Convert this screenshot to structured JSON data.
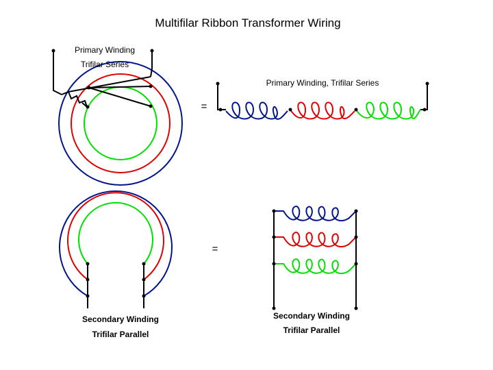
{
  "title": "Multifilar Ribbon Transformer Wiring",
  "equals_sign": "=",
  "primary": {
    "label_line1": "Primary Winding",
    "label_line2": "Trifilar Series",
    "schematic_label": "Primary Winding, Trifilar Series"
  },
  "secondary": {
    "label_line1": "Secondary Winding",
    "label_line2": "Trifilar Parallel",
    "schematic_label_line1": "Secondary Winding",
    "schematic_label_line2": "Trifilar Parallel"
  },
  "colors": {
    "outer_winding": "#00148c",
    "middle_winding": "#e00000",
    "inner_winding": "#00e000",
    "wire": "#000000"
  }
}
